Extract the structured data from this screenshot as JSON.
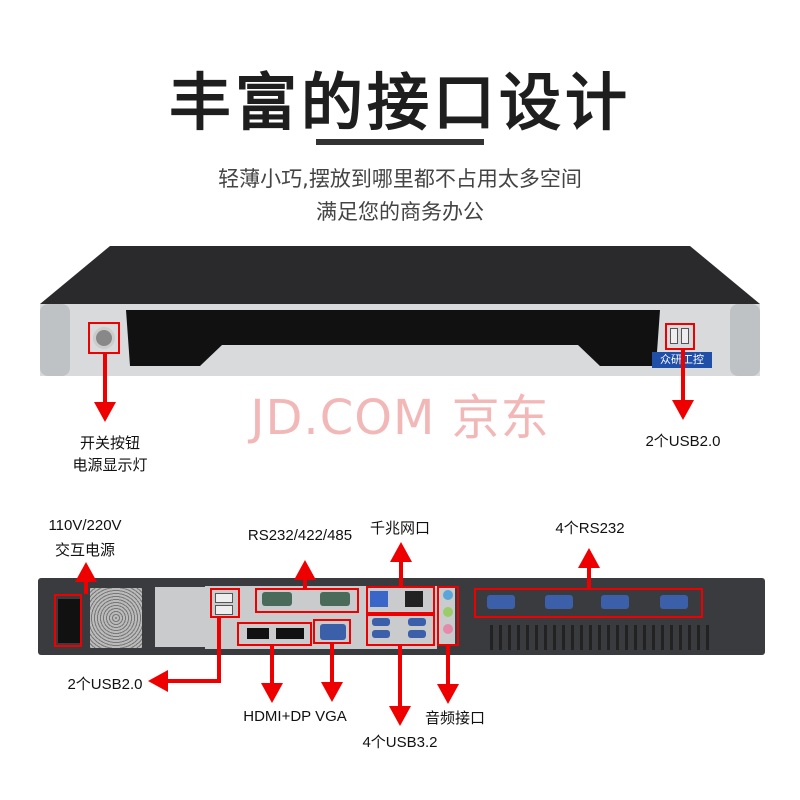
{
  "heading": "丰富的接口设计",
  "subtitle": [
    "轻薄小巧,摆放到哪里都不占用太多空间",
    "满足您的商务办公"
  ],
  "watermark": "JD.COM 京东",
  "front": {
    "brand": "众研工控",
    "power_label": [
      "开关按钮",
      "电源显示灯"
    ],
    "usb_label": "2个USB2.0"
  },
  "rear": {
    "power": [
      "110V/220V",
      "交互电源"
    ],
    "com": "RS232/422/485",
    "lan": "千兆网口",
    "rs232": "4个RS232",
    "usb2": "2个USB2.0",
    "video": "HDMI+DP  VGA",
    "usb3": "4个USB3.2",
    "audio": "音频接口"
  },
  "colors": {
    "accent": "#e00000",
    "brand_blue": "#1f4fa8"
  }
}
